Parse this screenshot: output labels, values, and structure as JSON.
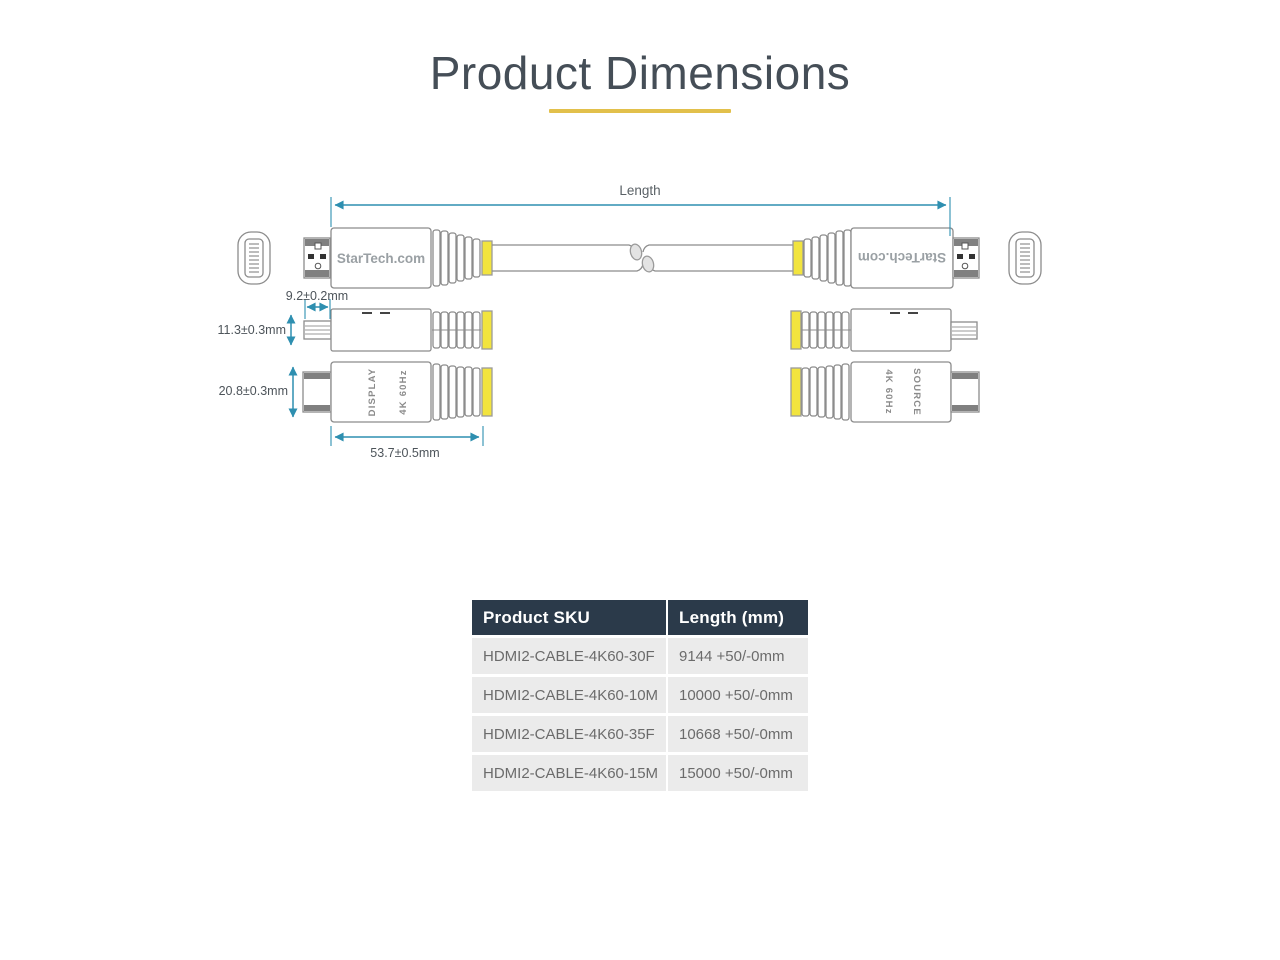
{
  "header": {
    "title": "Product Dimensions",
    "underline_color": "#e2c04b"
  },
  "diagram": {
    "length_label": "Length",
    "brand": "StarTech.com",
    "dimensions": {
      "plug_length": "9.2±0.2mm",
      "plug_height": "11.3±0.3mm",
      "connector_height": "20.8±0.3mm",
      "connector_length": "53.7±0.5mm"
    },
    "left_connector": {
      "line1": "DISPLAY",
      "line2": "4K 60Hz"
    },
    "right_connector": {
      "line1": "SOURCE",
      "line2": "4K 60Hz"
    },
    "colors": {
      "dimension": "#2e8fb0",
      "band": "#f2e43e",
      "line_art": "#8c8c8c"
    }
  },
  "table": {
    "headers": {
      "sku": "Product SKU",
      "length": "Length (mm)"
    },
    "rows": [
      {
        "sku": "HDMI2-CABLE-4K60-30F",
        "length": "9144 +50/-0mm"
      },
      {
        "sku": "HDMI2-CABLE-4K60-10M",
        "length": "10000 +50/-0mm"
      },
      {
        "sku": "HDMI2-CABLE-4K60-35F",
        "length": "10668 +50/-0mm"
      },
      {
        "sku": "HDMI2-CABLE-4K60-15M",
        "length": "15000 +50/-0mm"
      }
    ],
    "colors": {
      "header_bg": "#2b3a4a",
      "header_text": "#ffffff",
      "row_bg": "#ebebeb",
      "row_text": "#6b6b6b"
    }
  }
}
